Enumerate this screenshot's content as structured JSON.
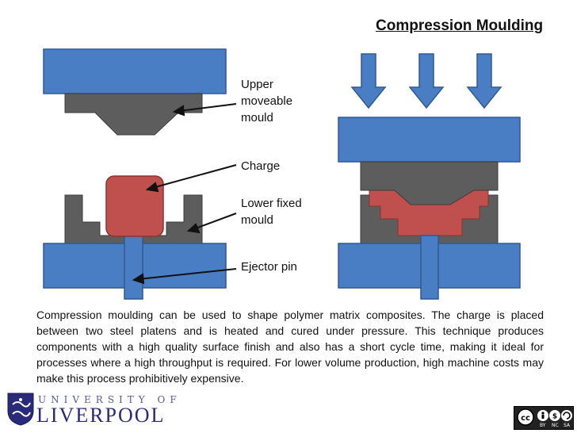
{
  "title": "Compression Moulding",
  "labels": {
    "upper": [
      "Upper",
      "moveable",
      "mould"
    ],
    "charge": "Charge",
    "lower": [
      "Lower fixed",
      "mould"
    ],
    "ejector": "Ejector pin"
  },
  "description": "Compression moulding can be used to shape polymer matrix composites. The charge is placed between two steel platens and is heated and cured under pressure. This technique produces components with a high quality surface finish and also has a short cycle time, making it ideal for processes where a high throughput is required. For lower volume production, high machine costs may make this process prohibitively expensive.",
  "branding": {
    "university_top": "UNIVERSITY OF",
    "university_main": "LIVERPOOL",
    "license_badges": [
      "BY",
      "NC",
      "SA"
    ]
  },
  "colors": {
    "platen": "#4a7ec4",
    "mould": "#5d5d5d",
    "charge": "#c0504d"
  }
}
